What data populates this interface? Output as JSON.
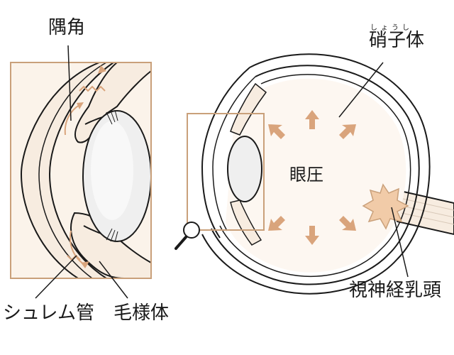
{
  "labels": {
    "angle": "隅角",
    "vitreous_ruby": "しょうし",
    "vitreous": "硝子体",
    "pressure": "眼圧",
    "optic_disc": "視神経乳頭",
    "schlemm": "シュレム管",
    "ciliary": "毛様体"
  },
  "colors": {
    "outline": "#1a1a1a",
    "tissue_fill": "#f7ece0",
    "frame": "#c9a07a",
    "arrow": "#d9a47c",
    "disc": "#f1cba8",
    "lens": "#efefef"
  }
}
